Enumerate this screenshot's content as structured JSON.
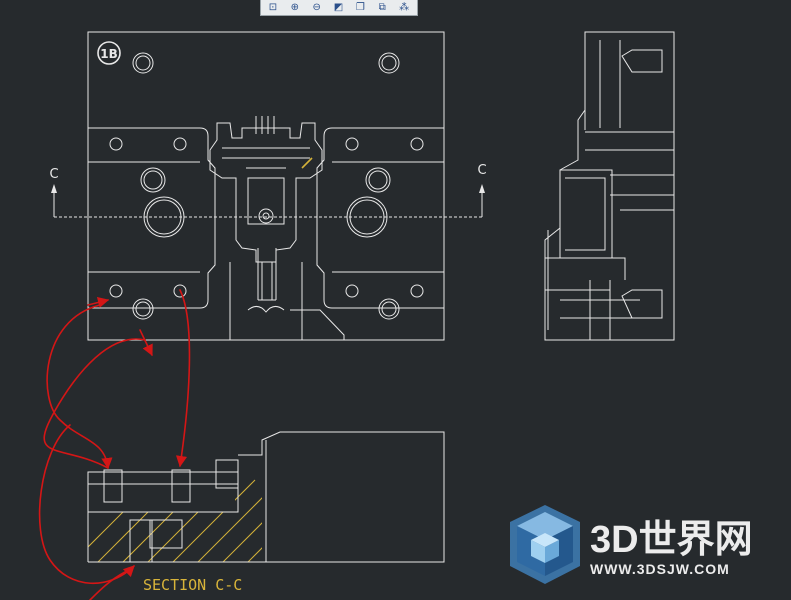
{
  "toolbar": {
    "buttons": [
      {
        "name": "zoom-fit-icon",
        "glyph": "⊡"
      },
      {
        "name": "zoom-in-icon",
        "glyph": "⊕"
      },
      {
        "name": "zoom-out-icon",
        "glyph": "⊖"
      },
      {
        "name": "shaded-view-icon",
        "glyph": "◩"
      },
      {
        "name": "layers-icon",
        "glyph": "❐"
      },
      {
        "name": "copy-view-icon",
        "glyph": "⧉"
      },
      {
        "name": "measure-icon",
        "glyph": "⁂"
      }
    ]
  },
  "drawing": {
    "part_badge": "1B",
    "section_marker_left": "C",
    "section_marker_right": "C",
    "section_title": "SECTION  C-C",
    "colors": {
      "linework": "#e8e8e8",
      "hatch": "#d4b23a",
      "annotation": "#d8b43a",
      "markup": "#d41616",
      "background": "#262a2d"
    }
  },
  "watermark": {
    "title": "3D世界网",
    "url": "WWW.3DSJW.COM"
  }
}
